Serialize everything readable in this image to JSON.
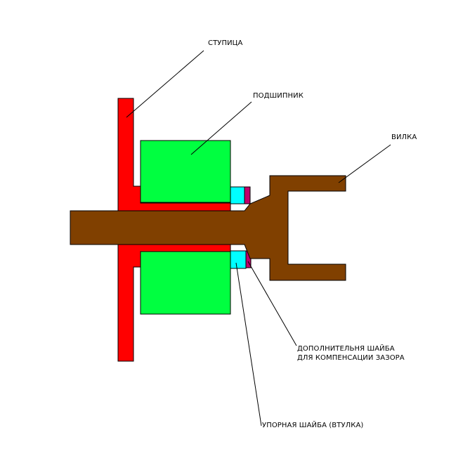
{
  "labels": {
    "hub": "СТУПИЦА",
    "bearing": "ПОДШИПНИК",
    "fork": "ВИЛКА",
    "extra_washer_line1": "ДОПОЛНИТЕЛЬНЯ ШАЙБА",
    "extra_washer_line2": "ДЛЯ КОМПЕНСАЦИИ ЗАЗОРА",
    "thrust_washer": "УПОРНАЯ ШАЙБА (ВТУЛКА)"
  },
  "colors": {
    "hub": "#ff0000",
    "bearing": "#00ff40",
    "shaft_fork": "#804000",
    "thrust_washer": "#00ffff",
    "extra_washer": "#c0006a",
    "outline": "#000000",
    "background": "#ffffff"
  }
}
